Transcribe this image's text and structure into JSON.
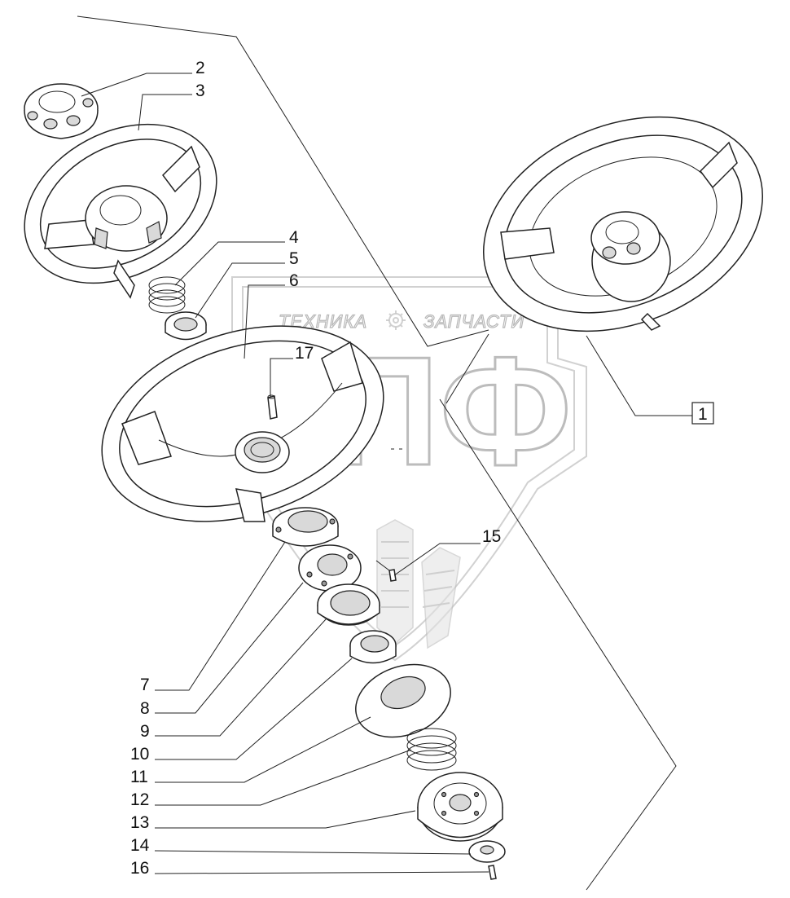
{
  "watermark": {
    "top_left": "ТЕХНИКА",
    "top_right": "ЗАПЧАСТИ",
    "big": "ЭПФ"
  },
  "callouts": {
    "assembly": "1",
    "labels": [
      "2",
      "3",
      "4",
      "5",
      "6",
      "7",
      "8",
      "9",
      "10",
      "11",
      "12",
      "13",
      "14",
      "15",
      "16",
      "17"
    ]
  }
}
